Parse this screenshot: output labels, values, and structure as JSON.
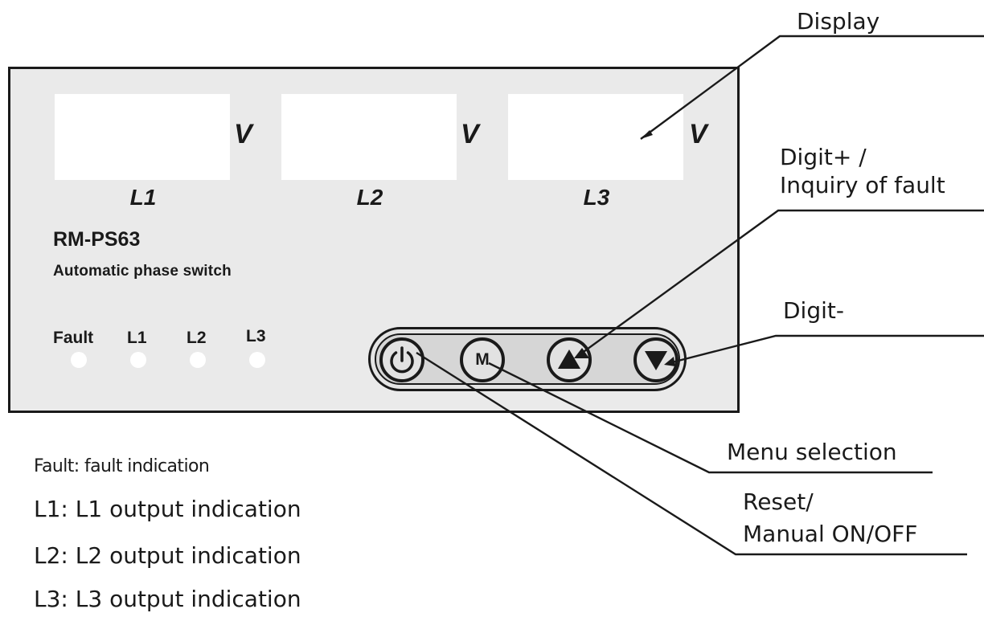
{
  "device": {
    "model": "RM-PS63",
    "description": "Automatic phase switch",
    "displays": [
      {
        "unit": "V",
        "phase_label": "L1"
      },
      {
        "unit": "V",
        "phase_label": "L2"
      },
      {
        "unit": "V",
        "phase_label": "L3"
      }
    ],
    "indicators": [
      "Fault",
      "L1",
      "L2",
      "L3"
    ],
    "buttons": [
      {
        "icon": "power-icon"
      },
      {
        "label": "M"
      },
      {
        "icon": "triangle-up-icon"
      },
      {
        "icon": "triangle-down-icon"
      }
    ]
  },
  "callouts": {
    "display": "Display",
    "digit_plus": [
      "Digit+ /",
      "Inquiry of fault"
    ],
    "digit_minus": "Digit-",
    "menu": "Menu selection",
    "reset": [
      "Reset/",
      "Manual ON/OFF"
    ]
  },
  "legend": [
    "Fault: fault indication",
    "L1: L1 output indication",
    "L2: L2 output indication",
    "L3: L3 output indication"
  ]
}
